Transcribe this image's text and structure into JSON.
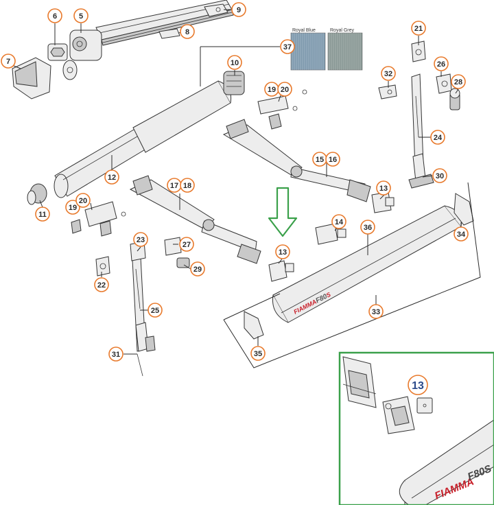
{
  "swatches": [
    {
      "label": "Royal Blue",
      "color": "#7f9aae"
    },
    {
      "label": "Royal Grey",
      "color": "#8a9996"
    }
  ],
  "brand": {
    "text": "FIAMMA",
    "model_prefix": "F80",
    "model_suffix": "S",
    "color": "#c8202a"
  },
  "callouts": {
    "c5": "5",
    "c6": "6",
    "c7": "7",
    "c8": "8",
    "c9": "9",
    "c10": "10",
    "c11": "11",
    "c12": "12",
    "c13a": "13",
    "c13b": "13",
    "c14": "14",
    "c15": "15",
    "c16": "16",
    "c17": "17",
    "c18": "18",
    "c19a": "19",
    "c20a": "20",
    "c19b": "19",
    "c20b": "20",
    "c21": "21",
    "c22": "22",
    "c23": "23",
    "c24": "24",
    "c25": "25",
    "c26": "26",
    "c27": "27",
    "c28": "28",
    "c29": "29",
    "c30": "30",
    "c31": "31",
    "c32": "32",
    "c33": "33",
    "c34": "34",
    "c35": "35",
    "c36": "36",
    "c37": "37"
  },
  "inset": {
    "callout": "13",
    "brand_text": "FIAMMA",
    "model_text": "F80S"
  },
  "colors": {
    "callout_ring": "#e8792b",
    "arrow": "#3aa04a",
    "inset_border": "#3aa04a"
  }
}
